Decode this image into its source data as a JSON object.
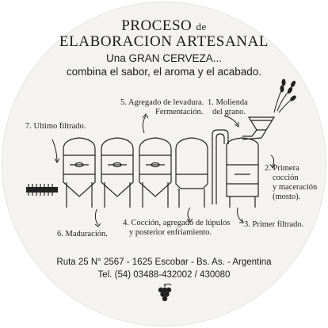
{
  "header": {
    "title_line1_main": "PROCESO",
    "title_line1_small": "de",
    "title_line2": "ELABORACION ARTESANAL",
    "subtitle_line1": "Una GRAN CERVEZA...",
    "subtitle_line2": "combina el sabor, el aroma y el acabado."
  },
  "steps": {
    "s1_a": "1. Molienda",
    "s1_b": "del grano.",
    "s2_a": "2. Primera",
    "s2_b": "cocción",
    "s2_c": "y maceración",
    "s2_d": "(mosto).",
    "s3": "3. Primer filtrado.",
    "s4_a": "4. Cocción, agregado de lúpulos",
    "s4_b": "y posterior enfriamiento.",
    "s5_a": "5. Agregado de levadura.",
    "s5_b": "Fermentación.",
    "s6": "6. Maduración.",
    "s7": "7. Ultimo filtrado."
  },
  "footer": {
    "address": "Ruta 25 N° 2567 - 1625 Escobar - Bs. As. - Argentina",
    "phone": "Tel. (54) 03488-432002 / 430080"
  },
  "icons": [
    "wheat-icon",
    "grape-logo-icon"
  ],
  "colors": {
    "ink": "#1c1c1c",
    "coaster": "#f4f3f1"
  }
}
